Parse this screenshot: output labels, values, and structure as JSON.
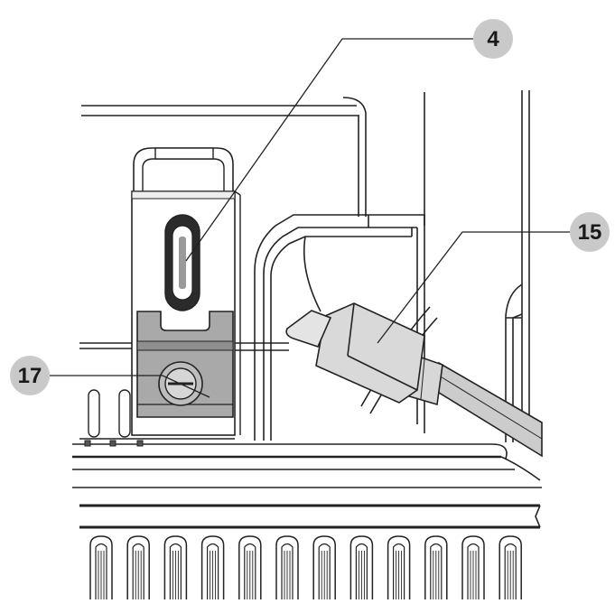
{
  "callouts": [
    {
      "label": "4"
    },
    {
      "label": "15"
    },
    {
      "label": "17"
    }
  ],
  "colors": {
    "line": "#222222",
    "callout_fill": "#c9c9c9",
    "module_fill": "#eeeeee",
    "bracket_fill": "#a9a9a9",
    "cable_fill": "#cccccc",
    "plug_fill": "#d7d7d7"
  }
}
